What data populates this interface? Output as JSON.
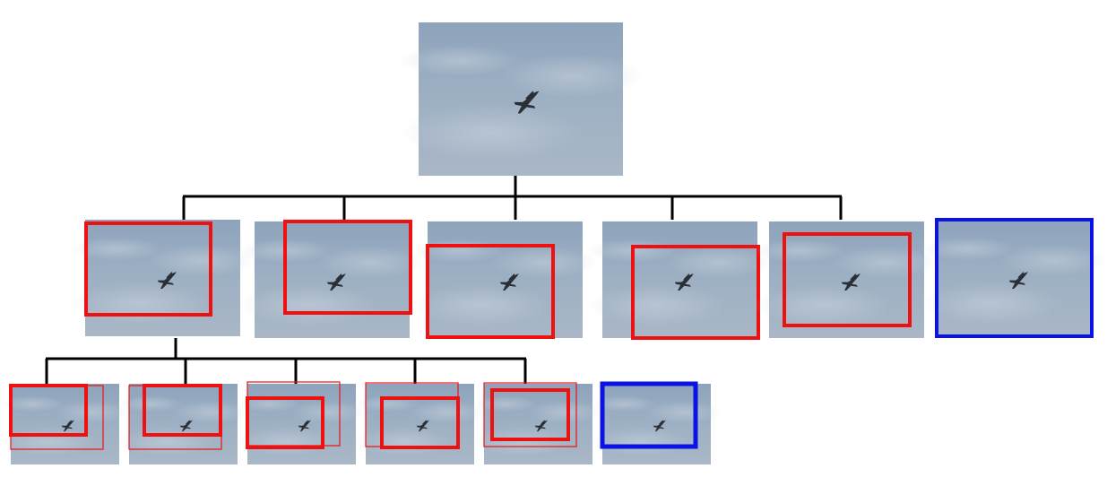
{
  "diagram": {
    "root": {
      "content": "sky-with-aircraft"
    },
    "level1": [
      {
        "content": "sky-with-aircraft",
        "highlight": "red"
      },
      {
        "content": "sky-with-aircraft",
        "highlight": "red"
      },
      {
        "content": "sky-with-aircraft",
        "highlight": "red"
      },
      {
        "content": "sky-with-aircraft",
        "highlight": "red"
      },
      {
        "content": "sky-with-aircraft",
        "highlight": "red"
      },
      {
        "content": "sky-with-aircraft",
        "highlight": "blue"
      }
    ],
    "level2": [
      {
        "content": "sky-with-aircraft",
        "highlight": "red"
      },
      {
        "content": "sky-with-aircraft",
        "highlight": "red"
      },
      {
        "content": "sky-with-aircraft",
        "highlight": "red"
      },
      {
        "content": "sky-with-aircraft",
        "highlight": "red"
      },
      {
        "content": "sky-with-aircraft",
        "highlight": "red"
      },
      {
        "content": "sky-with-aircraft",
        "highlight": "blue"
      }
    ],
    "colors": {
      "red": "#ee1111",
      "blue": "#0a12e6",
      "connector": "#000000",
      "sky_light": "#9aaec2",
      "sky_dark": "#7388a0",
      "aircraft": "#2b2f36"
    }
  }
}
